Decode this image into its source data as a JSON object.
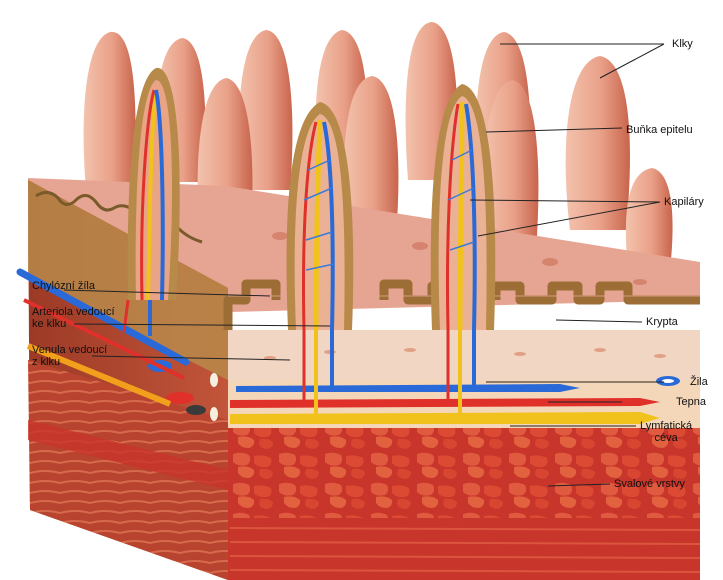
{
  "labels": {
    "klky": "Klky",
    "bunka_epitelu": "Buňka epitelu",
    "kapilary": "Kapiláry",
    "krypta": "Krypta",
    "zila": "Žila",
    "tepna": "Tepna",
    "lymfaticka_ceva": "Lymfatická\ncéva",
    "svalove_vrstvy": "Svalové vrstvy",
    "chylozni_zila": "Chylózní žíla",
    "arteriola": "Arteriola vedoucí\nke klku",
    "venula": "Venula vedoucí\nz klku"
  },
  "colors": {
    "villus": "#e8a08a",
    "villus_shadow": "#c9604a",
    "epithelium": "#a87a3e",
    "muscle": "#c8352a",
    "artery": "#e0302a",
    "vein": "#2a6ad8",
    "lymph": "#f2c21c"
  }
}
